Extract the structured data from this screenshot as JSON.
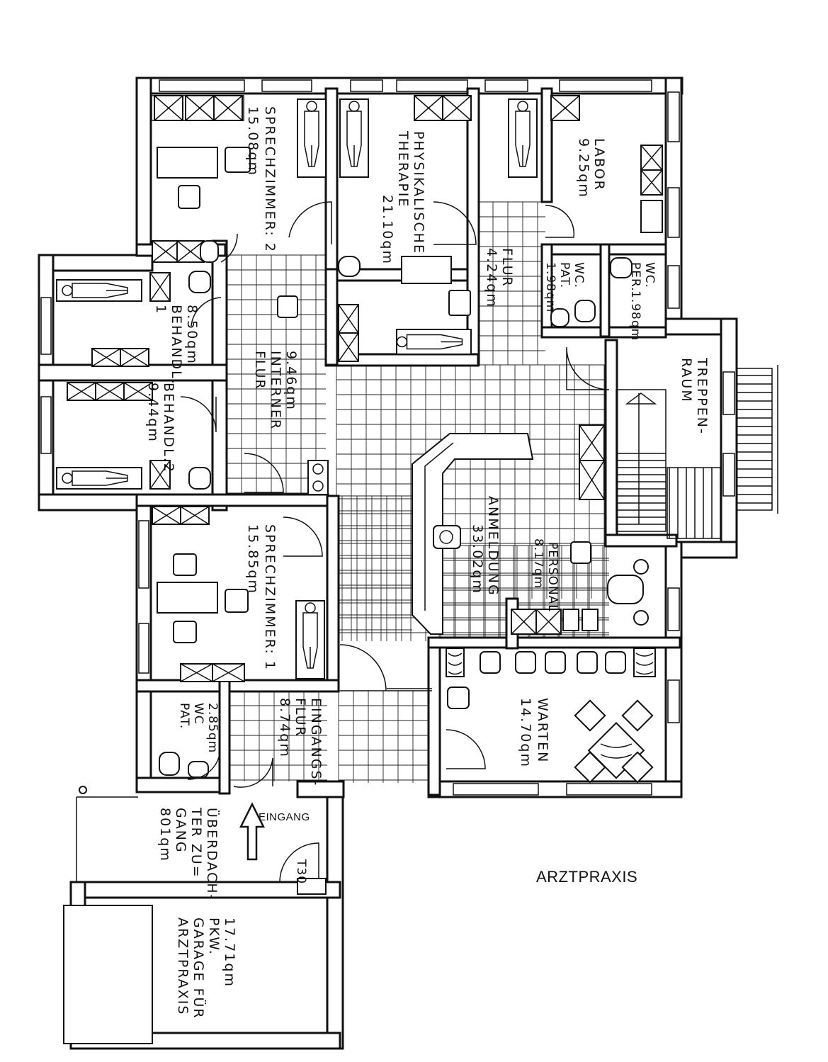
{
  "title": "ARZTPRAXIS",
  "entrance_label": "EINGANG",
  "door_rating": "T30",
  "rooms": [
    {
      "id": "sprechzimmer-2",
      "lines": [
        "SPRECHZIMMER: 2",
        "15.08qm"
      ]
    },
    {
      "id": "physikalische-therapie",
      "lines": [
        "PHYSIKALISCHE",
        "THERAPIE",
        "21.10qm"
      ]
    },
    {
      "id": "labor",
      "lines": [
        "LABOR",
        "9.25qm"
      ]
    },
    {
      "id": "flur",
      "lines": [
        "FLUR",
        "4.24qm"
      ]
    },
    {
      "id": "wc-pat-1",
      "lines": [
        "WC.",
        "PAT.",
        "1.98qm"
      ]
    },
    {
      "id": "wc-per",
      "lines": [
        "WC.",
        "PER.",
        "1.98qm"
      ]
    },
    {
      "id": "behandl-1",
      "lines": [
        "BEHANDL.",
        "1",
        "8.50qm"
      ]
    },
    {
      "id": "interner-flur",
      "lines": [
        "INTERNER",
        "FLUR",
        "9.46qm"
      ]
    },
    {
      "id": "treppenraum",
      "lines": [
        "TREPPEN-",
        "RAUM"
      ]
    },
    {
      "id": "behandl-2",
      "lines": [
        "BEHANDL.2",
        "9.44qm"
      ]
    },
    {
      "id": "anmeldung",
      "lines": [
        "ANMELDUNG",
        "33.02qm"
      ]
    },
    {
      "id": "personal",
      "lines": [
        "PERSONAL",
        "8.17qm"
      ]
    },
    {
      "id": "sprechzimmer-1",
      "lines": [
        "SPRECHZIMMER: 1",
        "15.85qm"
      ]
    },
    {
      "id": "warten",
      "lines": [
        "WARTEN",
        "14.70qm"
      ]
    },
    {
      "id": "wc-pat-2",
      "lines": [
        "WC",
        "PAT.",
        "2.85qm"
      ]
    },
    {
      "id": "eingangsflur",
      "lines": [
        "EINGANGS-",
        "FLUR",
        "8.74qm"
      ]
    },
    {
      "id": "ueberdachter-zugang",
      "lines": [
        "ÜBERDACH-",
        "TER ZU=",
        "GANG",
        "801qm"
      ]
    },
    {
      "id": "garage",
      "lines": [
        "17.71qm",
        "PKW.",
        "GARAGE FÜR",
        "ARZTPRAXIS"
      ]
    }
  ]
}
